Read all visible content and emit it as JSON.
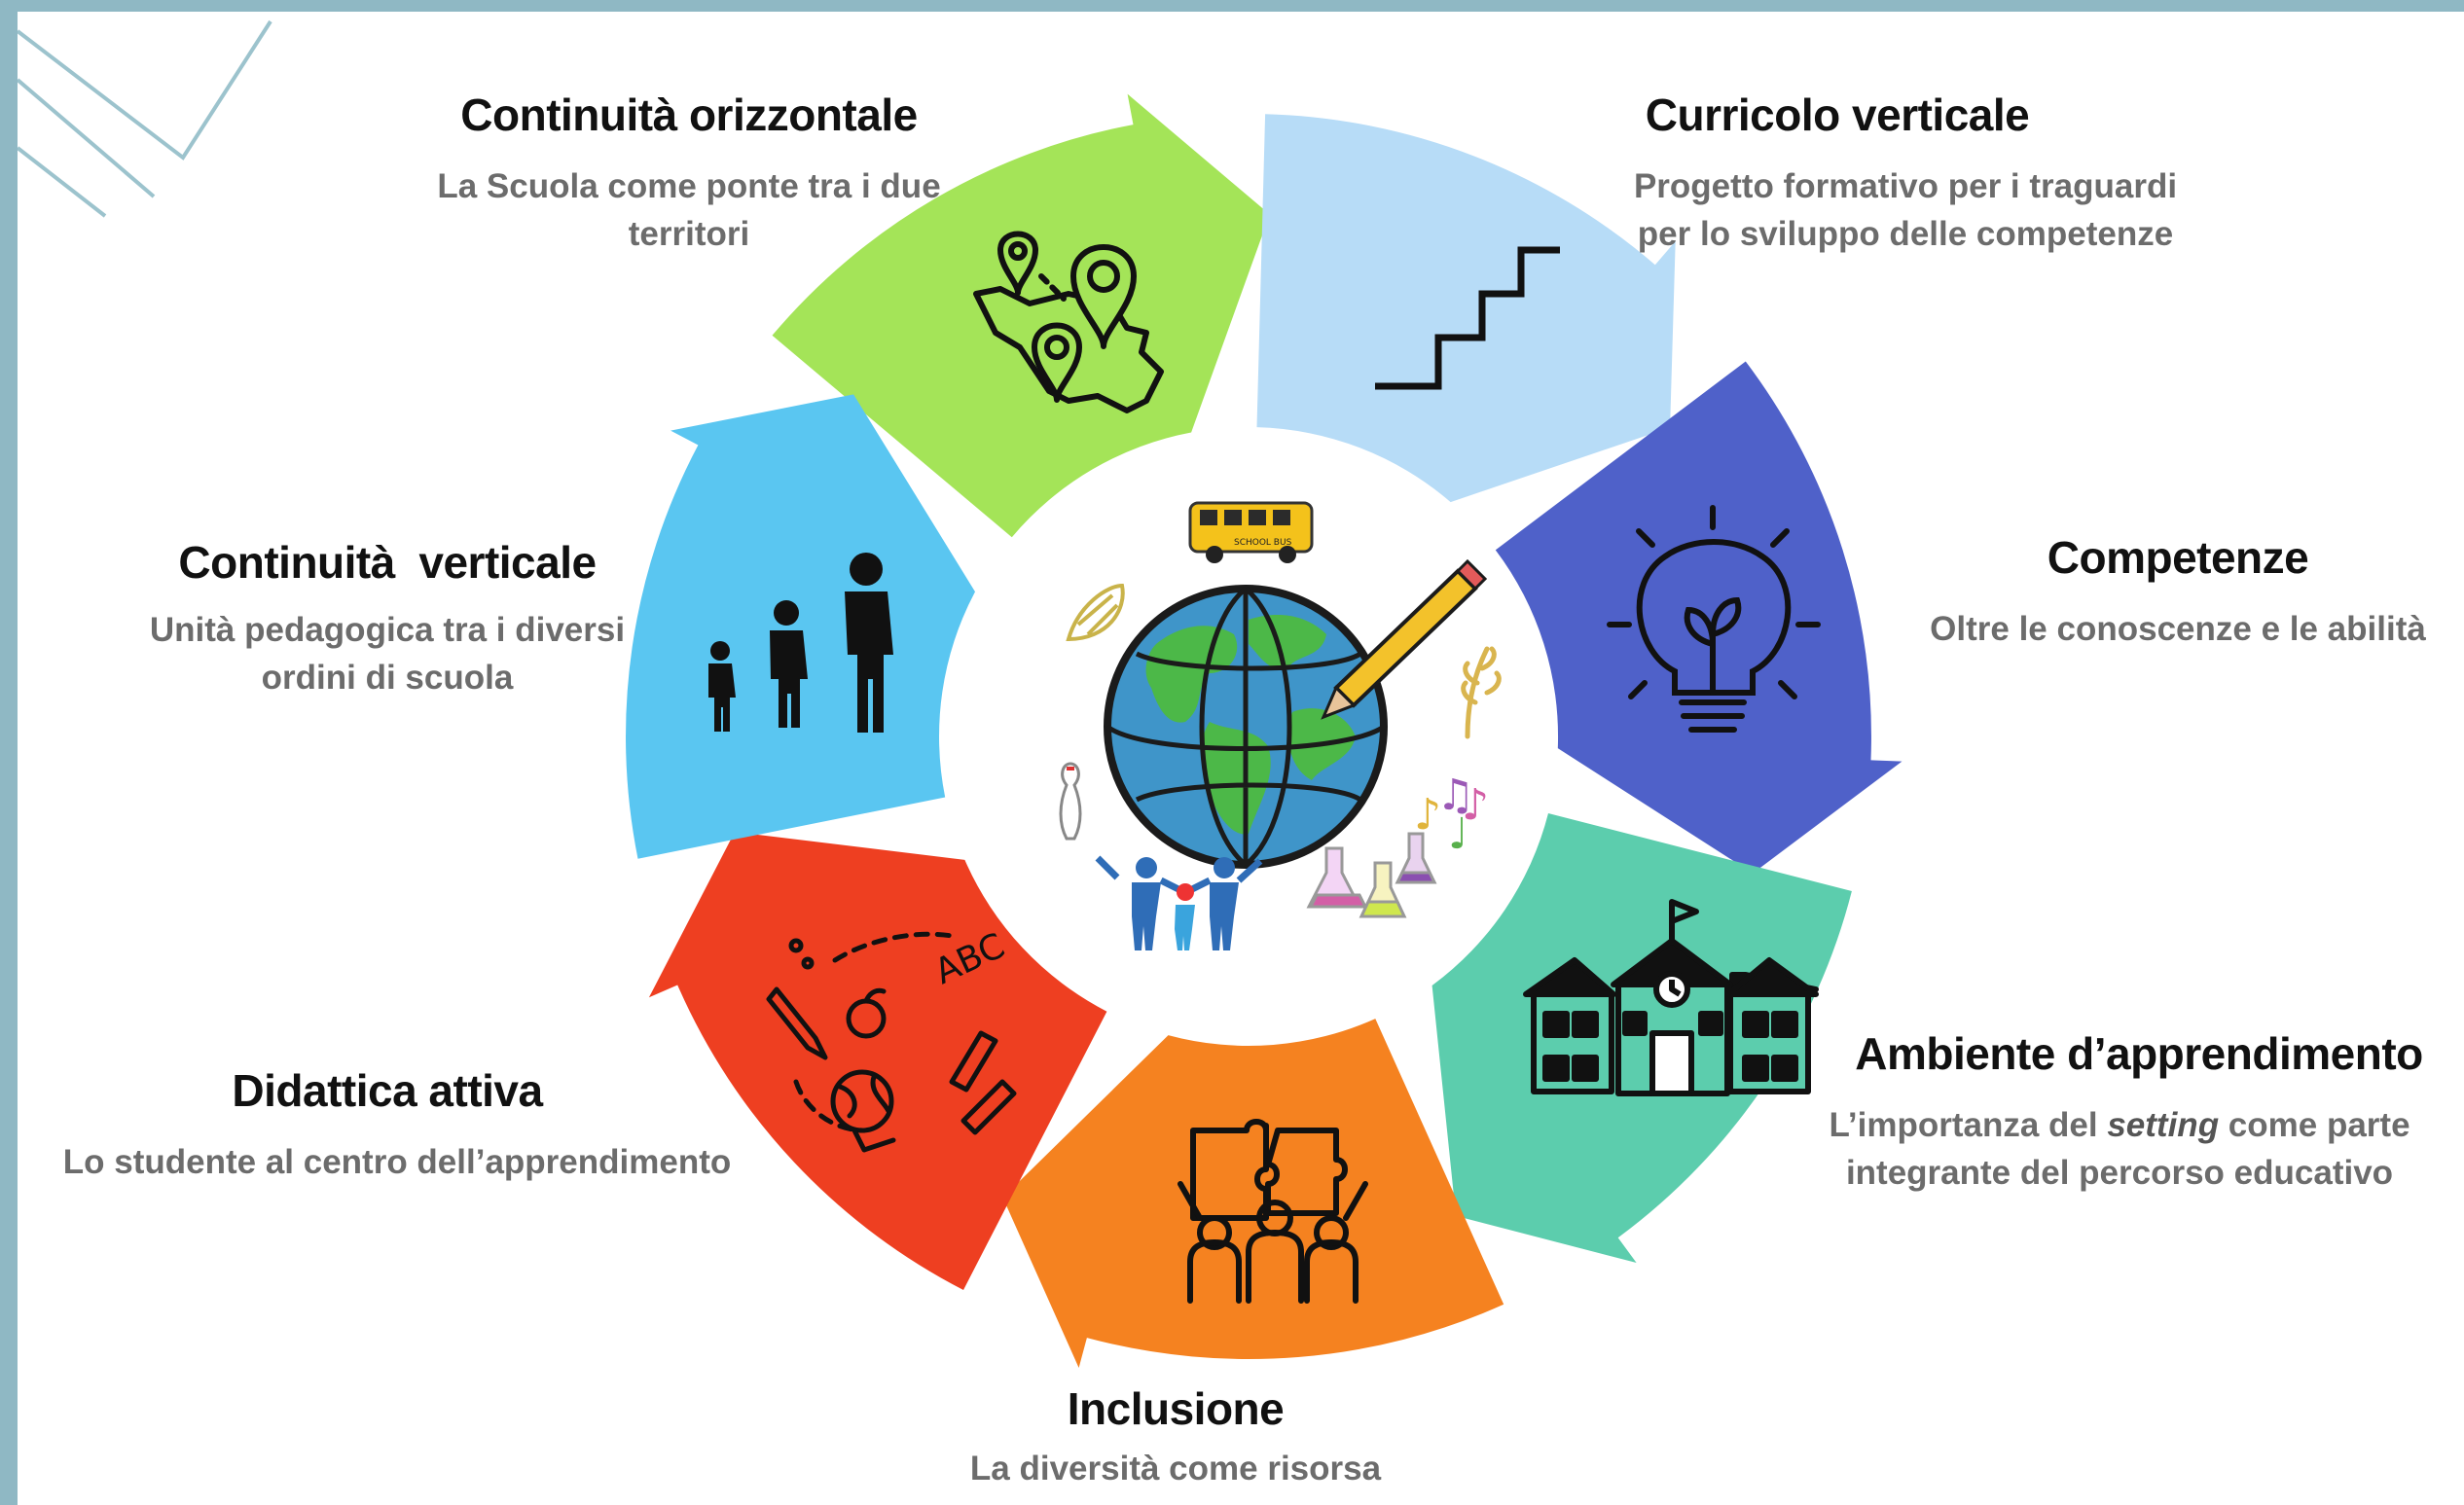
{
  "colors": {
    "frame": "#8fb8c4",
    "background": "#ffffff",
    "segment_green": "#a4e458",
    "segment_lightblue": "#b7dcf7",
    "segment_indigo": "#4f61c9",
    "segment_teal": "#5ccdad",
    "segment_orange": "#f58220",
    "segment_red": "#ee3f21",
    "segment_skyblue": "#5ac6f1",
    "title_text": "#111111",
    "desc_text": "#6c6c6c"
  },
  "segments": {
    "continuita_orizzontale": {
      "title": "Continuità orizzontale",
      "desc": "La Scuola come ponte  tra i due territori",
      "icon": "map-pins-icon"
    },
    "curricolo_verticale": {
      "title": "Curricolo verticale",
      "desc": "Progetto formativo  per i traguardi per lo sviluppo delle competenze",
      "icon": "stairs-icon"
    },
    "competenze": {
      "title": "Competenze",
      "desc": "Oltre le conoscenze e le abilità",
      "icon": "lightbulb-plant-icon"
    },
    "ambiente": {
      "title": "Ambiente d’apprendimento",
      "desc_before": "L’importanza del ",
      "desc_emphasis": "setting",
      "desc_after": " come parte integrante del percorso educativo",
      "icon": "school-building-icon"
    },
    "inclusione": {
      "title": "Inclusione",
      "desc": "La diversità come risorsa",
      "icon": "people-puzzle-icon"
    },
    "didattica_attiva": {
      "title": "Didattica attiva",
      "desc": "Lo studente al centro dell’apprendimento",
      "icon": "school-doodles-icon"
    },
    "continuita_verticale": {
      "title": "Continuità  verticale",
      "desc": "Unità pedagogica tra i diversi ordini di scuola",
      "icon": "growing-children-icon"
    }
  },
  "center": {
    "icons": [
      "globe-icon",
      "pencil-icon",
      "school-bus-icon",
      "music-notes-icon",
      "wheat-icon",
      "bowling-pins-icon",
      "family-icon",
      "lab-flasks-icon",
      "ball-icon"
    ],
    "bus_text": "SCHOOL BUS",
    "doodle_text": "ABC"
  }
}
